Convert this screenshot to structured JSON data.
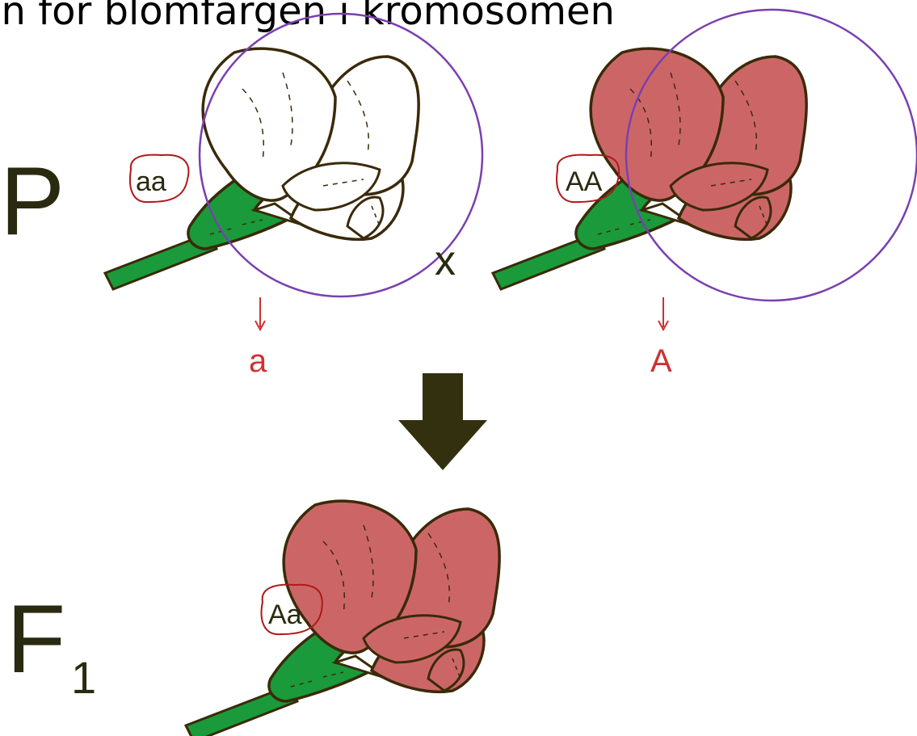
{
  "heading": "en for blomfärgen i kromosomen",
  "generations": {
    "parent_label": "P",
    "f1_label": "F",
    "f1_subscript": "1"
  },
  "parents": {
    "left": {
      "genotype": "aa",
      "gamete": "a",
      "petal_color": "#ffffff"
    },
    "right": {
      "genotype": "AA",
      "gamete": "A",
      "petal_color": "#cc6666"
    }
  },
  "cross_symbol": "x",
  "offspring": {
    "genotype": "Aa",
    "petal_color": "#cc6666"
  },
  "colors": {
    "stem": "#1a9a3a",
    "outline": "#3a2a0a",
    "annotation_red": "#b01818",
    "gamete_red": "#d03030",
    "circle_purple": "#7a3fb0",
    "arrow_dark": "#333010",
    "label_dark": "#2a2a10"
  }
}
